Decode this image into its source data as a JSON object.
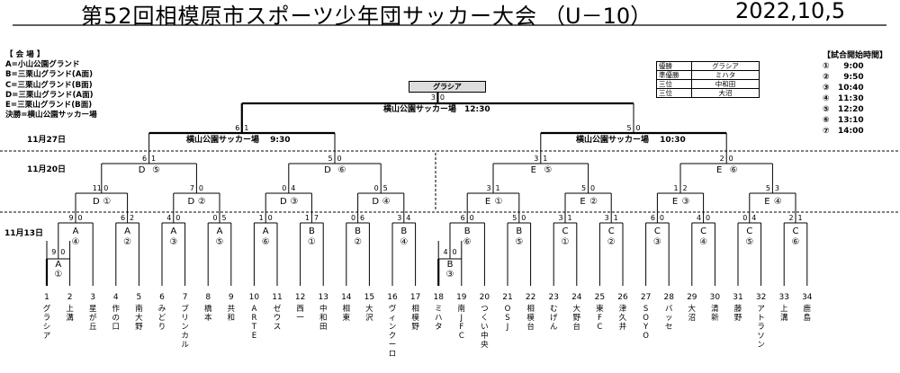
{
  "header": {
    "title": "第52回相模原市スポーツ少年団サッカー大会",
    "category": "（U－10）",
    "date": "2022,10,5"
  },
  "venues": {
    "title": "【 会 場 】",
    "items": [
      "A=小山公園グランド",
      "B=三栗山グランド(A面)",
      "C=三栗山グランド(B面)",
      "D=三栗山グランド(A面)",
      "E=三栗山グランド(B面)",
      "決勝=横山公園サッカー場"
    ]
  },
  "start_times": {
    "title": "【試合開始時間】",
    "items": [
      {
        "num": "①",
        "time": "9:00"
      },
      {
        "num": "②",
        "time": "9:50"
      },
      {
        "num": "③",
        "time": "10:40"
      },
      {
        "num": "④",
        "time": "11:30"
      },
      {
        "num": "⑤",
        "time": "12:20"
      },
      {
        "num": "⑥",
        "time": "13:10"
      },
      {
        "num": "⑦",
        "time": "14:00"
      }
    ]
  },
  "results": [
    {
      "rank": "優勝",
      "team": "グラシア"
    },
    {
      "rank": "準優勝",
      "team": "ミハタ"
    },
    {
      "rank": "三位",
      "team": "中和田"
    },
    {
      "rank": "三位",
      "team": "大沼"
    }
  ],
  "champion": "グラシア",
  "dates": {
    "final": "11月27日",
    "r2": "11月20日",
    "r1": "11月13日"
  },
  "final_venue_labels": [
    "横山公園サッカー場　12:30",
    "横山公園サッカー場　 9:30",
    "横山公園サッカー場　 10:30"
  ],
  "teams": [
    "グラシア",
    "上溝",
    "星が丘",
    "作の口",
    "南大野",
    "みどり",
    "ブリンカル",
    "橋本",
    "共和",
    "ARTE",
    "ゼウス",
    "西一",
    "中和田",
    "相東",
    "大沢",
    "ヴィンクーロ",
    "相模野",
    "ミハタ",
    "南JFC",
    "つくい中央",
    "OSJ",
    "相模台",
    "むげん",
    "大野台",
    "東FC",
    "津久井",
    "SOYO",
    "バッセ",
    "大沼",
    "清新",
    "藤野",
    "アトラソン",
    "上溝",
    "鹿島"
  ],
  "scores": {
    "final": [
      "3",
      "0"
    ],
    "sf_left": [
      "6",
      "1"
    ],
    "sf_right": [
      "5",
      "0"
    ],
    "qf": [
      [
        "6",
        "1"
      ],
      [
        "5",
        "0"
      ],
      [
        "3",
        "1"
      ],
      [
        "2",
        "0"
      ]
    ],
    "r16": [
      [
        "11",
        "0"
      ],
      [
        "7",
        "0"
      ],
      [
        "0",
        "4"
      ],
      [
        "0",
        "5"
      ],
      [
        "3",
        "1"
      ],
      [
        "5",
        "0"
      ],
      [
        "1",
        "2"
      ],
      [
        "5",
        "3"
      ]
    ],
    "r32": [
      [
        "9",
        "0"
      ],
      [
        "6",
        "2"
      ],
      [
        "4",
        "0"
      ],
      [
        "0",
        "5"
      ],
      [
        "1",
        "0"
      ],
      [
        "1",
        "7"
      ],
      [
        "0",
        "6"
      ],
      [
        "3",
        "4"
      ],
      [
        "6",
        "0"
      ],
      [
        "5",
        "0"
      ],
      [
        "3",
        "1"
      ],
      [
        "3",
        "1"
      ],
      [
        "6",
        "0"
      ],
      [
        "4",
        "0"
      ],
      [
        "0",
        "4"
      ],
      [
        "2",
        "1"
      ]
    ],
    "prelim": [
      [
        "9",
        "0"
      ],
      [
        "4",
        "0"
      ]
    ]
  },
  "match_codes": {
    "prelim": [
      {
        "v": "A",
        "n": "①"
      },
      {
        "v": "B",
        "n": "③"
      }
    ],
    "r32": [
      {
        "v": "A",
        "n": "④"
      },
      {
        "v": "A",
        "n": "②"
      },
      {
        "v": "A",
        "n": "③"
      },
      {
        "v": "A",
        "n": "⑤"
      },
      {
        "v": "A",
        "n": "⑥"
      },
      {
        "v": "B",
        "n": "①"
      },
      {
        "v": "B",
        "n": "②"
      },
      {
        "v": "B",
        "n": "④"
      },
      {
        "v": "B",
        "n": "⑥"
      },
      {
        "v": "B",
        "n": "⑤"
      },
      {
        "v": "C",
        "n": "①"
      },
      {
        "v": "C",
        "n": "②"
      },
      {
        "v": "C",
        "n": "③"
      },
      {
        "v": "C",
        "n": "④"
      },
      {
        "v": "C",
        "n": "⑤"
      },
      {
        "v": "C",
        "n": "⑥"
      }
    ],
    "r16": [
      {
        "v": "D",
        "n": "①"
      },
      {
        "v": "D",
        "n": "②"
      },
      {
        "v": "D",
        "n": "③"
      },
      {
        "v": "D",
        "n": "④"
      },
      {
        "v": "E",
        "n": "①"
      },
      {
        "v": "E",
        "n": "②"
      },
      {
        "v": "E",
        "n": "③"
      },
      {
        "v": "E",
        "n": "④"
      }
    ],
    "qf": [
      {
        "v": "D",
        "n": "⑤"
      },
      {
        "v": "D",
        "n": "⑥"
      },
      {
        "v": "E",
        "n": "⑤"
      },
      {
        "v": "E",
        "n": "⑥"
      }
    ]
  }
}
